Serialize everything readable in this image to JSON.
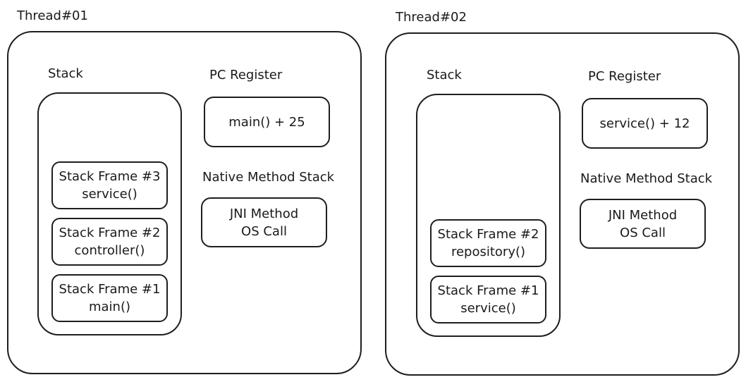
{
  "threads": [
    {
      "title": "Thread#01",
      "stack": {
        "label": "Stack",
        "frames": [
          {
            "line1": "Stack Frame #3",
            "line2": "service()"
          },
          {
            "line1": "Stack Frame #2",
            "line2": "controller()"
          },
          {
            "line1": "Stack Frame #1",
            "line2": "main()"
          }
        ]
      },
      "pc_register": {
        "label": "PC Register",
        "value": "main() + 25"
      },
      "native_method_stack": {
        "label": "Native Method Stack",
        "line1": "JNI Method",
        "line2": "OS Call"
      }
    },
    {
      "title": "Thread#02",
      "stack": {
        "label": "Stack",
        "frames": [
          {
            "line1": "Stack Frame #2",
            "line2": "repository()"
          },
          {
            "line1": "Stack Frame #1",
            "line2": "service()"
          }
        ]
      },
      "pc_register": {
        "label": "PC Register",
        "value": "service() + 12"
      },
      "native_method_stack": {
        "label": "Native Method Stack",
        "line1": "JNI Method",
        "line2": "OS Call"
      }
    }
  ]
}
